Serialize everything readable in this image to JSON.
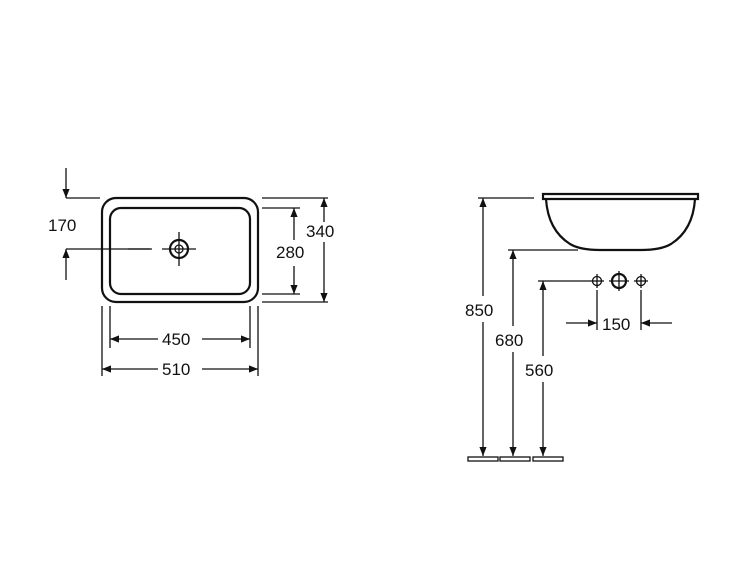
{
  "top_view": {
    "dims": {
      "drain_offset": "170",
      "inner_width": "450",
      "outer_width": "510",
      "inner_depth": "280",
      "outer_depth": "340"
    }
  },
  "side_view": {
    "dims": {
      "rim_height": "850",
      "waste_height": "680",
      "tap_height": "560",
      "tap_spacing": "150"
    }
  }
}
